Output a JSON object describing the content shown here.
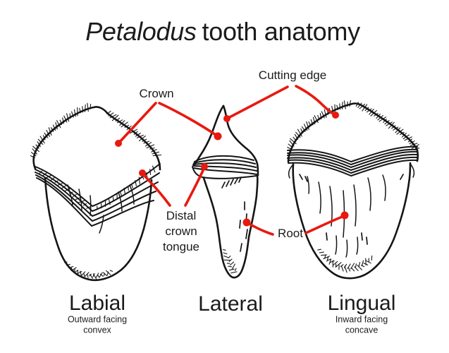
{
  "title": {
    "italic": "Petalodus",
    "rest": "tooth anatomy"
  },
  "colors": {
    "background": "#ffffff",
    "ink": "#1b1b1b",
    "line": "#151515",
    "accent": "#e8190f"
  },
  "annotations": {
    "crown": "Crown",
    "cutting_edge": "Cutting edge",
    "distal_crown_tongue": [
      "Distal",
      "crown",
      "tongue"
    ],
    "root": "Root"
  },
  "views": [
    {
      "name": "Labial",
      "subtitle": [
        "Outward facing",
        "convex"
      ]
    },
    {
      "name": "Lateral",
      "subtitle": []
    },
    {
      "name": "Lingual",
      "subtitle": [
        "Inward facing",
        "concave"
      ]
    }
  ]
}
